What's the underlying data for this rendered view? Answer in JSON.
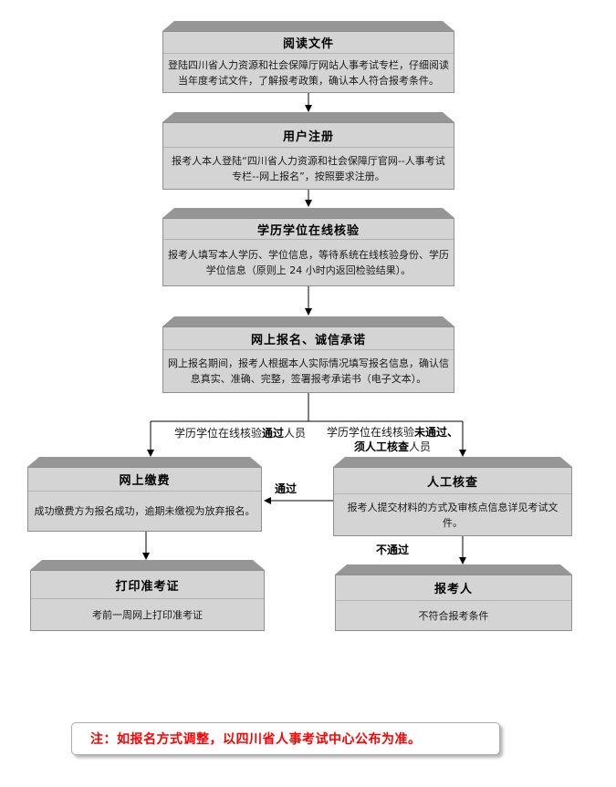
{
  "colors": {
    "box_front": "#d4d4d4",
    "box_top": "#969696",
    "box_border": "#8f8f8f",
    "divider": "#b3b3b3",
    "connector": "#000000",
    "note_text": "#ff0000"
  },
  "boxes": [
    {
      "id": "read-document",
      "title": "阅读文件",
      "body": "登陆四川省人力资源和社会保障厅网站人事考试专栏，仔细阅读当年度考试文件，了解报考政策，确认本人符合报考条件。"
    },
    {
      "id": "user-register",
      "title": "用户注册",
      "body": "报考人本人登陆“四川省人力资源和社会保障厅官网--人事考试专栏--网上报名”，按照要求注册。"
    },
    {
      "id": "online-verify",
      "title": "学历学位在线核验",
      "body": "报考人填写本人学历、学位信息，等待系统在线核验身份、学历学位信息（原则上 24 小时内返回检验结果）。"
    },
    {
      "id": "online-apply",
      "title": "网上报名、诚信承诺",
      "body": "网上报名期间，报考人根据本人实际情况填写报名信息，确认信息真实、准确、完整，签署报考承诺书（电子文本）。"
    },
    {
      "id": "online-pay",
      "title": "网上缴费",
      "body": "成功缴费方为报名成功，逾期未缴视为放弃报名。"
    },
    {
      "id": "manual-check",
      "title": "人工核查",
      "body": "报考人提交材料的方式及审核点信息详见考试文件。"
    },
    {
      "id": "print-ticket",
      "title": "打印准考证",
      "body": "考前一周网上打印准考证"
    },
    {
      "id": "applicant",
      "title": "报考人",
      "body": "不符合报考条件"
    }
  ],
  "branch_labels": {
    "left": {
      "pre": "学历学位在线核验",
      "bold": "通过",
      "post": "人员"
    },
    "right_line1": {
      "pre": "学历学位在线核验",
      "bold": "未通过、"
    },
    "right_line2": {
      "bold": "须人工核查",
      "post": "人员"
    }
  },
  "edge_labels": {
    "pass": "通过",
    "fail": "不通过"
  },
  "note": "注：如报名方式调整，以四川省人事考试中心公布为准。"
}
